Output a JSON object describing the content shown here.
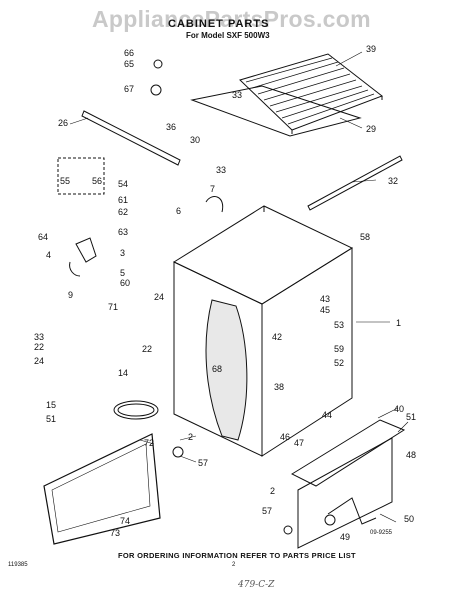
{
  "header": {
    "watermark": "AppliancePartsPros.com",
    "title": "CABINET PARTS",
    "subtitle": "For Model SXF 500W3"
  },
  "footer": {
    "ordering_note": "FOR ORDERING INFORMATION REFER TO PARTS PRICE LIST",
    "corner_code": "119385",
    "page_number": "2",
    "handwritten_note": "479-C-Z",
    "diagram_code": "09-9255"
  },
  "callouts": [
    "66",
    "65",
    "67",
    "39",
    "33",
    "26",
    "36",
    "30",
    "29",
    "33",
    "32",
    "55",
    "56",
    "54",
    "61",
    "62",
    "63",
    "7",
    "6",
    "58",
    "64",
    "3",
    "4",
    "5",
    "60",
    "9",
    "1",
    "43",
    "45",
    "53",
    "24",
    "71",
    "22",
    "33",
    "22",
    "42",
    "59",
    "52",
    "24",
    "68",
    "14",
    "38",
    "40",
    "51",
    "15",
    "51",
    "44",
    "46",
    "47",
    "2",
    "57",
    "72",
    "48",
    "2",
    "57",
    "74",
    "73",
    "49",
    "50"
  ]
}
